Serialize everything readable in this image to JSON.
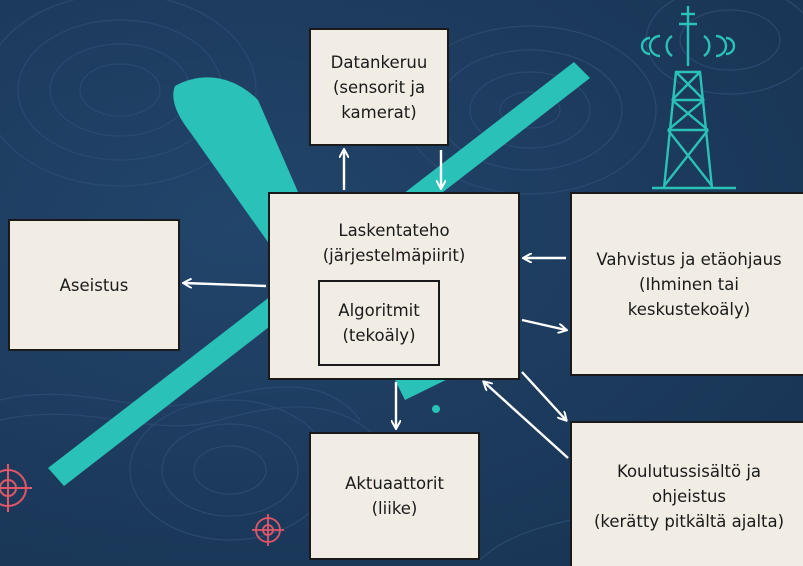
{
  "colors": {
    "background": "#1c3a5c",
    "contour": "#2c4d72",
    "drone": "#2ac1b9",
    "tower": "#2ac1b9",
    "target": "#e2566a",
    "box_fill": "#f1ede4",
    "border": "#1a1a1a",
    "arrow": "#ffffff"
  },
  "icons": [
    "drone-silhouette",
    "radio-tower-icon",
    "crosshair-icon"
  ],
  "nodes": {
    "datankeruu": {
      "line1": "Datankeruu",
      "line2": "(sensorit ja",
      "line3": "kamerat)"
    },
    "laskentateho": {
      "line1": "Laskentateho",
      "line2": "(järjestelmäpiirit)"
    },
    "algoritmit": {
      "line1": "Algoritmit",
      "line2": "(tekoäly)"
    },
    "aseistus": {
      "line1": "Aseistus"
    },
    "vahvistus": {
      "line1": "Vahvistus ja etäohjaus",
      "line2": "(Ihminen tai",
      "line3": "keskustekoäly)"
    },
    "aktuaattorit": {
      "line1": "Aktuaattorit",
      "line2": "(liike)"
    },
    "koulutus": {
      "line1": "Koulutussisältö ja",
      "line2": "ohjeistus",
      "line3": "(kerätty pitkältä ajalta)"
    }
  },
  "edges": [
    {
      "from": "laskentateho",
      "to": "datankeruu"
    },
    {
      "from": "datankeruu",
      "to": "laskentateho"
    },
    {
      "from": "laskentateho",
      "to": "aseistus"
    },
    {
      "from": "vahvistus",
      "to": "laskentateho"
    },
    {
      "from": "laskentateho",
      "to": "vahvistus"
    },
    {
      "from": "laskentateho",
      "to": "aktuaattorit"
    },
    {
      "from": "koulutus",
      "to": "laskentateho"
    },
    {
      "from": "laskentateho",
      "to": "koulutus"
    }
  ]
}
